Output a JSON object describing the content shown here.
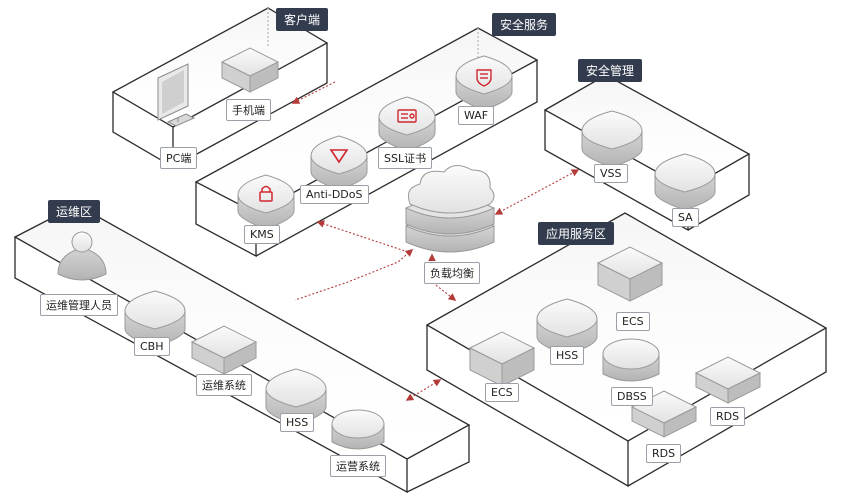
{
  "zones": {
    "client": "客户端",
    "security_service": "安全服务",
    "security_management": "安全管理",
    "ops": "运维区",
    "app_service": "应用服务区"
  },
  "nodes": {
    "mobile": "手机端",
    "pc": "PC端",
    "waf": "WAF",
    "ssl": "SSL证书",
    "anti_ddos": "Anti-DDoS",
    "kms": "KMS",
    "vss": "VSS",
    "sa": "SA",
    "lb": "负载均衡",
    "ops_staff": "运维管理人员",
    "cbh": "CBH",
    "ops_system": "运维系统",
    "hss_ops": "HSS",
    "operation_system": "运营系统",
    "ecs_top": "ECS",
    "hss_app": "HSS",
    "ecs_left": "ECS",
    "dbss": "DBSS",
    "rds_right": "RDS",
    "rds_bottom": "RDS"
  },
  "colors": {
    "tag_bg": "#333c4e",
    "link": "#b53a3a",
    "icon_red": "#d0282f",
    "platform_line": "#2b2b2b"
  },
  "icons": {
    "waf": "shield-waf-icon",
    "ssl": "certificate-icon",
    "anti_ddos": "triangle-shield-icon",
    "kms": "lock-icon"
  }
}
